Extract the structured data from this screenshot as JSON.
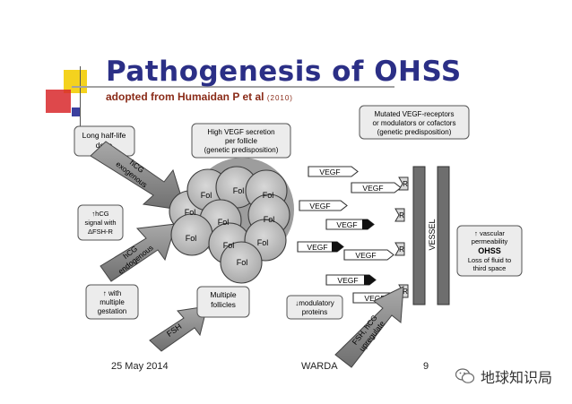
{
  "slide": {
    "title": "Pathogenesis of OHSS",
    "subtitle": "adopted from Humaidan P et al",
    "subtitle_year": "(2010)",
    "colors": {
      "title": "#2b2f86",
      "subtitle": "#8a2b18",
      "accent_yellow": "#f4d21e",
      "accent_red": "#d8282c",
      "accent_blue": "#3b3f9e"
    }
  },
  "diagram": {
    "boxes": {
      "half_life": [
        "Long half-life",
        "dose"
      ],
      "hcg_signal": [
        "↑hCG",
        "signal with",
        "ΔFSH-R"
      ],
      "multiple_gestation": [
        "↑ with",
        "multiple",
        "gestation"
      ],
      "vegf_secretion": [
        "High VEGF secretion",
        "per follicle",
        "(genetic predisposition)"
      ],
      "multiple_follicles": [
        "Multiple",
        "follicles"
      ],
      "modulatory": [
        "↓modulatory",
        "proteins"
      ],
      "mutated": [
        "Mutated VEGF-receptors",
        "or modulators or cofactors",
        "(genetic predisposition)"
      ],
      "ohss": {
        "line1": "↑ vascular",
        "line2": "permeability",
        "bold": "OHSS",
        "line3": "Loss of fluid to",
        "line4": "third space"
      }
    },
    "arrows": {
      "hcg_exogenous": [
        "hCG",
        "exogenous"
      ],
      "hcg_endogenous": [
        "hCG",
        "endogenous"
      ],
      "fsh": "FSH",
      "fsh_hcg": [
        "FSH, hCG",
        "upregulate"
      ]
    },
    "follicle_label": "Fol",
    "vegf_label": "VEGF",
    "receptor_label": "R",
    "vessel_label": "VESSEL"
  },
  "footer": {
    "date": "25 May 2014",
    "org": "WARDA",
    "page": "9"
  },
  "watermark": "地球知识局"
}
